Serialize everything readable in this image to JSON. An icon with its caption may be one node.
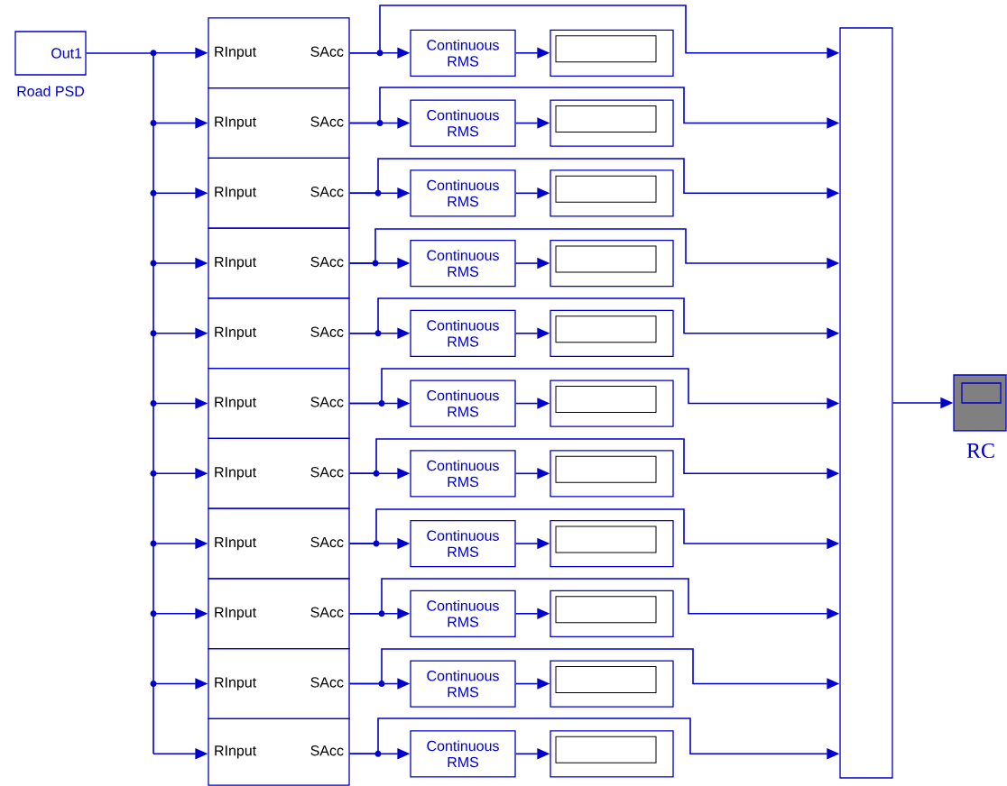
{
  "diagram": {
    "nodes": [
      {
        "text": [
          "Out1"
        ],
        "beside": [
          "Road PSD"
        ]
      },
      {
        "text": [
          "RInput",
          "SAcc"
        ]
      },
      {
        "text": [
          "RInput",
          "SAcc"
        ]
      },
      {
        "text": [
          "RInput",
          "SAcc"
        ]
      },
      {
        "text": [
          "RInput",
          "SAcc"
        ]
      },
      {
        "text": [
          "RInput",
          "SAcc"
        ]
      },
      {
        "text": [
          "RInput",
          "SAcc"
        ]
      },
      {
        "text": [
          "RInput",
          "SAcc"
        ]
      },
      {
        "text": [
          "RInput",
          "SAcc"
        ]
      },
      {
        "text": [
          "RInput",
          "SAcc"
        ]
      },
      {
        "text": [
          "RInput",
          "SAcc"
        ]
      },
      {
        "text": [
          "RInput",
          "SAcc"
        ]
      },
      {
        "text": [
          "Continuous RMS"
        ]
      },
      {
        "text": [
          "Continuous RMS"
        ]
      },
      {
        "text": [
          "Continuous RMS"
        ]
      },
      {
        "text": [
          "Continuous RMS"
        ]
      },
      {
        "text": [
          "Continuous RMS"
        ]
      },
      {
        "text": [
          "Continuous RMS"
        ]
      },
      {
        "text": [
          "Continuous RMS"
        ]
      },
      {
        "text": [
          "Continuous RMS"
        ]
      },
      {
        "text": [
          "Continuous RMS"
        ]
      },
      {
        "text": [
          "Continuous RMS"
        ]
      },
      {
        "text": [
          "Continuous RMS"
        ]
      },
      {
        "text": [],
        "shape": "box"
      },
      {
        "text": [],
        "shape": "box"
      },
      {
        "text": [],
        "shape": "box"
      },
      {
        "text": [],
        "shape": "box"
      },
      {
        "text": [],
        "shape": "box"
      },
      {
        "text": [],
        "shape": "box"
      },
      {
        "text": [],
        "shape": "box"
      },
      {
        "text": [],
        "shape": "box"
      },
      {
        "text": [],
        "shape": "box"
      },
      {
        "text": [],
        "shape": "box"
      },
      {
        "text": [],
        "shape": "box"
      },
      {
        "text": [],
        "shape": "bar"
      },
      {
        "text": [],
        "shape": "box",
        "beside": [
          "RC"
        ]
      }
    ],
    "edges": [
      {
        "from": 0,
        "to": 1,
        "arrow": "to"
      },
      {
        "from": 0,
        "to": 2,
        "arrow": "to"
      },
      {
        "from": 0,
        "to": 3,
        "arrow": "to"
      },
      {
        "from": 0,
        "to": 4,
        "arrow": "to"
      },
      {
        "from": 0,
        "to": 5,
        "arrow": "to"
      },
      {
        "from": 0,
        "to": 6,
        "arrow": "to"
      },
      {
        "from": 0,
        "to": 7,
        "arrow": "to"
      },
      {
        "from": 0,
        "to": 8,
        "arrow": "to"
      },
      {
        "from": 0,
        "to": 9,
        "arrow": "to"
      },
      {
        "from": 0,
        "to": 10,
        "arrow": "to"
      },
      {
        "from": 0,
        "to": 11,
        "arrow": "to"
      },
      {
        "from": 1,
        "to": 12,
        "arrow": "to"
      },
      {
        "from": 2,
        "to": 13,
        "arrow": "to"
      },
      {
        "from": 3,
        "to": 14,
        "arrow": "to"
      },
      {
        "from": 4,
        "to": 15,
        "arrow": "to"
      },
      {
        "from": 5,
        "to": 16,
        "arrow": "to"
      },
      {
        "from": 6,
        "to": 17,
        "arrow": "to"
      },
      {
        "from": 7,
        "to": 18,
        "arrow": "to"
      },
      {
        "from": 8,
        "to": 19,
        "arrow": "to"
      },
      {
        "from": 9,
        "to": 20,
        "arrow": "to"
      },
      {
        "from": 10,
        "to": 21,
        "arrow": "to"
      },
      {
        "from": 11,
        "to": 22,
        "arrow": "to"
      },
      {
        "from": 12,
        "to": 23,
        "arrow": "to"
      },
      {
        "from": 13,
        "to": 24,
        "arrow": "to"
      },
      {
        "from": 14,
        "to": 25,
        "arrow": "to"
      },
      {
        "from": 15,
        "to": 26,
        "arrow": "to"
      },
      {
        "from": 16,
        "to": 27,
        "arrow": "to"
      },
      {
        "from": 17,
        "to": 28,
        "arrow": "to"
      },
      {
        "from": 18,
        "to": 29,
        "arrow": "to"
      },
      {
        "from": 19,
        "to": 30,
        "arrow": "to"
      },
      {
        "from": 20,
        "to": 31,
        "arrow": "to"
      },
      {
        "from": 21,
        "to": 32,
        "arrow": "to"
      },
      {
        "from": 22,
        "to": 33,
        "arrow": "to"
      },
      {
        "from": 1,
        "to": 34,
        "arrow": "to"
      },
      {
        "from": 2,
        "to": 34,
        "arrow": "to"
      },
      {
        "from": 3,
        "to": 34,
        "arrow": "to"
      },
      {
        "from": 4,
        "to": 34,
        "arrow": "to"
      },
      {
        "from": 5,
        "to": 34,
        "arrow": "to"
      },
      {
        "from": 6,
        "to": 34,
        "arrow": "to"
      },
      {
        "from": 7,
        "to": 34,
        "arrow": "to"
      },
      {
        "from": 8,
        "to": 34,
        "arrow": "to"
      },
      {
        "from": 9,
        "to": 34,
        "arrow": "to"
      },
      {
        "from": 10,
        "to": 34,
        "arrow": "to"
      },
      {
        "from": 11,
        "to": 34,
        "arrow": "to"
      },
      {
        "from": 34,
        "to": 35,
        "arrow": "to"
      }
    ]
  }
}
